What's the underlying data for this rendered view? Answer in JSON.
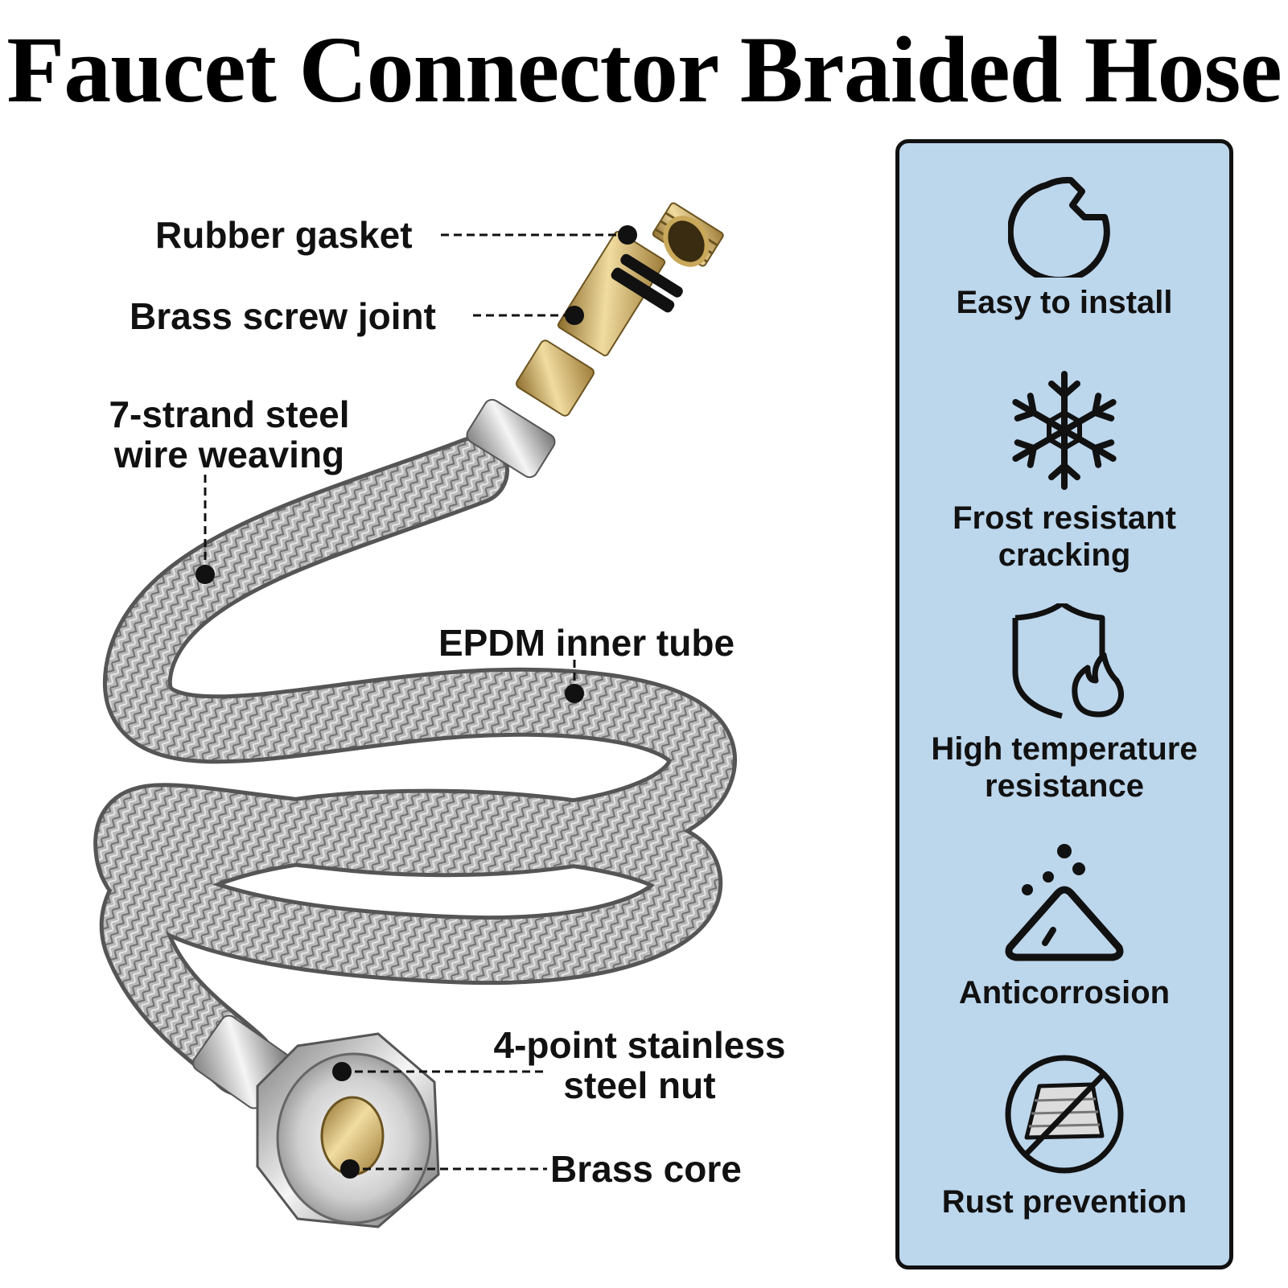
{
  "title": "Faucet Connector Braided Hose",
  "callouts": {
    "rubber_gasket": "Rubber gasket",
    "brass_screw_joint": "Brass screw joint",
    "steel_wire_line1": "7-strand steel",
    "steel_wire_line2": "wire weaving",
    "epdm_inner_tube": "EPDM inner tube",
    "nut_line1": "4-point stainless",
    "nut_line2": "steel nut",
    "brass_core": "Brass core"
  },
  "features": [
    {
      "icon": "wrench-icon",
      "line1": "Easy to install",
      "line2": ""
    },
    {
      "icon": "snowflake-icon",
      "line1": "Frost resistant",
      "line2": "cracking"
    },
    {
      "icon": "shield-flame-icon",
      "line1": "High temperature",
      "line2": "resistance"
    },
    {
      "icon": "corrosion-icon",
      "line1": "Anticorrosion",
      "line2": ""
    },
    {
      "icon": "no-rust-icon",
      "line1": "Rust prevention",
      "line2": ""
    }
  ],
  "colors": {
    "panel_background": "#bcd6ec",
    "brass": "#c9a85a",
    "steel": "#a9a9a9"
  }
}
